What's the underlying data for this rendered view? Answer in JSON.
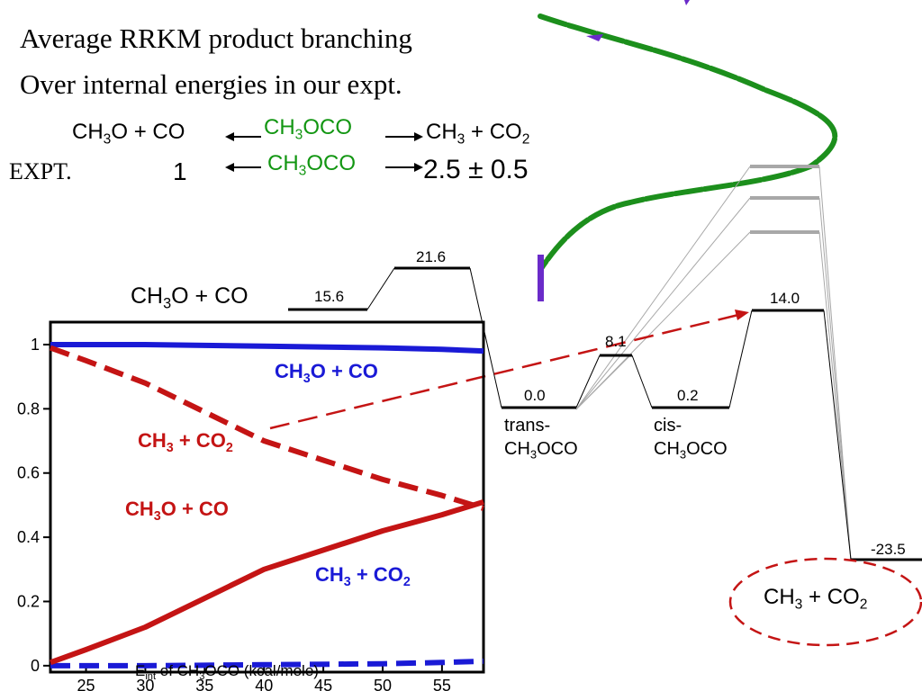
{
  "title": {
    "line1": "Average RRKM product branching",
    "line2": "Over internal energies in our expt."
  },
  "reaction": {
    "left_a": "CH",
    "left_a_sub": "3",
    "left_b": "O + CO",
    "center_a": "CH",
    "center_a_sub": "3",
    "center_b": "OCO",
    "right_a": "CH",
    "right_a_sub": "3",
    "right_b": " + CO",
    "right_b_sub": "2"
  },
  "expt": {
    "label": "EXPT.",
    "left_value": "1",
    "center_a": "CH",
    "center_a_sub": "3",
    "center_b": "OCO",
    "right_value": "2.5",
    "pm": "±",
    "right_error": "0.5"
  },
  "energy_diagram": {
    "levels": [
      {
        "value": "15.6",
        "species_a": "CH",
        "species_sub": "3",
        "species_b": "O + CO"
      },
      {
        "value": "21.6"
      },
      {
        "value": "0.0",
        "name_a": "trans-",
        "name_b": "CH",
        "name_sub": "3",
        "name_c": "OCO"
      },
      {
        "value": "8.1"
      },
      {
        "value": "0.2",
        "name_a": "cis-",
        "name_b": "CH",
        "name_sub": "3",
        "name_c": "OCO"
      },
      {
        "value": "14.0"
      },
      {
        "value": "-23.5"
      }
    ],
    "product": {
      "a": "CH",
      "a_sub": "3",
      "b": " + CO",
      "b_sub": "2"
    }
  },
  "chart_data": {
    "type": "line",
    "xlabel_a": "E",
    "xlabel_sub": "int",
    "xlabel_b": " of CH",
    "xlabel_sub2": "3",
    "xlabel_c": "OCO (kcal/mole)",
    "xlim": [
      22,
      58.5
    ],
    "ylim": [
      -0.02,
      1.07
    ],
    "x_ticks": [
      "25",
      "30",
      "35",
      "40",
      "45",
      "50",
      "55"
    ],
    "y_ticks": [
      "0",
      "0.2",
      "0.4",
      "0.6",
      "0.8",
      "1"
    ],
    "series": [
      {
        "name": "CH3O + CO",
        "label_a": "CH",
        "label_sub": "3",
        "label_b": "O + CO",
        "color": "#1a1ad6",
        "dashed": false,
        "x": [
          22,
          30,
          40,
          50,
          55,
          58.5
        ],
        "y": [
          1.0,
          1.0,
          0.995,
          0.99,
          0.985,
          0.98
        ]
      },
      {
        "name": "CH3 + CO2",
        "label_a": "CH",
        "label_sub": "3",
        "label_b": " + CO",
        "label_sub2": "2",
        "color": "#1a1ad6",
        "dashed": true,
        "x": [
          22,
          30,
          40,
          50,
          55,
          58.5
        ],
        "y": [
          0.0,
          0.0,
          0.003,
          0.006,
          0.01,
          0.014
        ]
      },
      {
        "name": "CH3 + CO2",
        "label_a": "CH",
        "label_sub": "3",
        "label_b": " + CO",
        "label_sub2": "2",
        "color": "#c41414",
        "dashed": true,
        "x": [
          22,
          25,
          30,
          35,
          40,
          45,
          50,
          55,
          58.5
        ],
        "y": [
          0.99,
          0.95,
          0.88,
          0.79,
          0.7,
          0.64,
          0.58,
          0.53,
          0.49
        ]
      },
      {
        "name": "CH3O + CO",
        "label_a": "CH",
        "label_sub": "3",
        "label_b": "O + CO",
        "color": "#c41414",
        "dashed": false,
        "x": [
          22,
          25,
          30,
          35,
          40,
          45,
          50,
          55,
          58.5
        ],
        "y": [
          0.01,
          0.05,
          0.12,
          0.21,
          0.3,
          0.36,
          0.42,
          0.47,
          0.51
        ]
      }
    ]
  },
  "colors": {
    "green": "#129612",
    "blue": "#1a1ad6",
    "red": "#c41414",
    "purple": "#6a2bc9",
    "grey": "#a8a8a8"
  }
}
